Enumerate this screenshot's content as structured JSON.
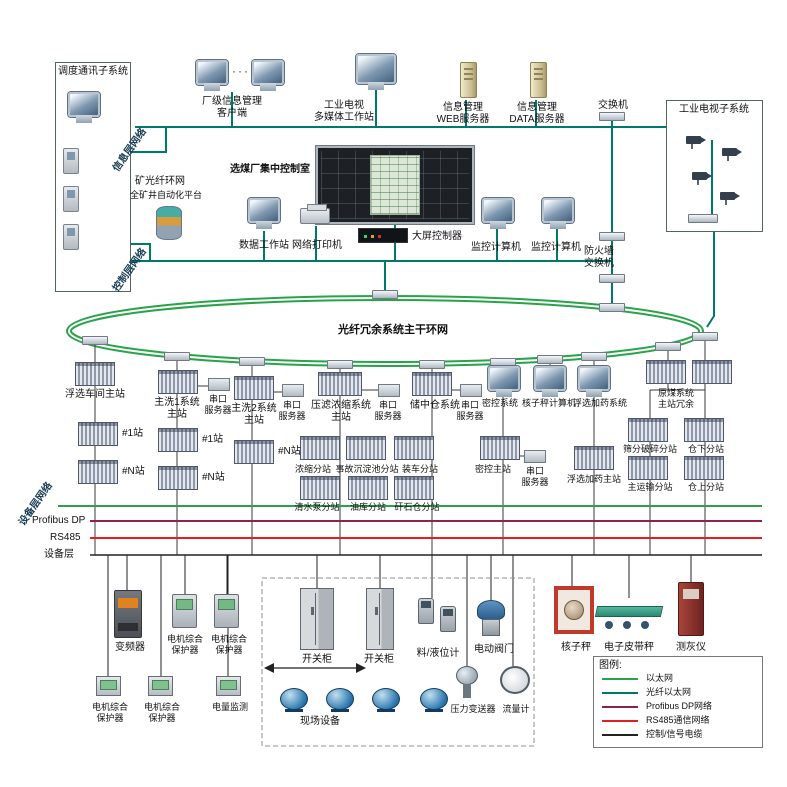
{
  "network_colors": {
    "ethernet": "#2aa24a",
    "fiber_ethernet": "#00796b",
    "profibus_dp": "#8b2252",
    "rs485": "#e02020",
    "control_cable": "#222222"
  },
  "dispatch": {
    "title": "调度通讯子系统"
  },
  "layers": {
    "info_layer": "信息层网络",
    "control_layer": "控制层网络",
    "device_layer_net": "设备层网络",
    "mine_ring": "矿光纤环网",
    "mine_platform": "全矿井自动化平台",
    "profibus": "Profibus DP",
    "rs485": "RS485",
    "device_layer": "设备层"
  },
  "info_level": {
    "client": "厂级信息管理\n客户端",
    "ellipsis": "···",
    "tv_workstation": "工业电视\n多媒体工作站",
    "web_server": "信息管理\nWEB服务器",
    "data_server": "信息管理\nDATA服务器",
    "switch": "交换机",
    "tv_subsystem": "工业电视子系统"
  },
  "control_room": {
    "title": "选煤厂集中控制室",
    "data_workstation": "数据工作站",
    "printer": "网络打印机",
    "screen_controller": "大屏控制器",
    "monitor_pc": "监控计算机",
    "firewall_switch": "防火墙\n交换机"
  },
  "ring": {
    "label": "光纤冗余系统主干环网"
  },
  "stations": {
    "serial_server": "串口\n服务器",
    "flotation_master": "浮选车间主站",
    "station_1": "#1站",
    "station_n": "#N站",
    "wash1_master": "主洗1系统\n主站",
    "wash2_master": "主洗2系统\n主站",
    "filter_thicken_master": "压滤浓缩系统\n主站",
    "thicken_sub": "浓缩分站",
    "accident_pool_sub": "事故沉淀池分站",
    "clean_water_pump_sub": "清水泵分站",
    "oil_depot_sub": "油库分站",
    "mid_bin_system": "储中仓系统",
    "loading_sub": "装车分站",
    "gangue_bin_sub": "矸石仓分站",
    "density_control_system": "密控系统",
    "nuclear_scale_pc": "核子秤计算机",
    "flotation_dosing_system": "浮选加药系统",
    "density_control_master": "密控主站",
    "flotation_dosing_master": "浮选加药主站",
    "raw_coal_master": "原煤系统\n主站冗余",
    "screening_crushing_sub": "筛分破碎分站",
    "under_bin_sub": "仓下分站",
    "main_transport_sub": "主运输分站",
    "above_bin_sub": "仓上分站"
  },
  "field_devices": {
    "vfd": "变频器",
    "motor_protector": "电机综合\n保护器",
    "power_monitor": "电量监测",
    "switchgear": "开关柜",
    "level_gauge": "料/液位计",
    "electric_valve": "电动阀门",
    "field_label": "现场设备",
    "pressure_transmitter": "压力变送器",
    "flow_meter": "流量计",
    "nuclear_scale": "核子秤",
    "belt_scale": "电子皮带秤",
    "ash_analyzer": "测灰仪"
  },
  "legend": {
    "title": "图例:",
    "items": [
      {
        "label": "以太网",
        "color": "#2aa24a"
      },
      {
        "label": "光纤以太网",
        "color": "#00796b"
      },
      {
        "label": "Profibus DP网络",
        "color": "#8b2252"
      },
      {
        "label": "RS485通信网络",
        "color": "#e02020"
      },
      {
        "label": "控制/信号电缆",
        "color": "#222222"
      }
    ]
  }
}
